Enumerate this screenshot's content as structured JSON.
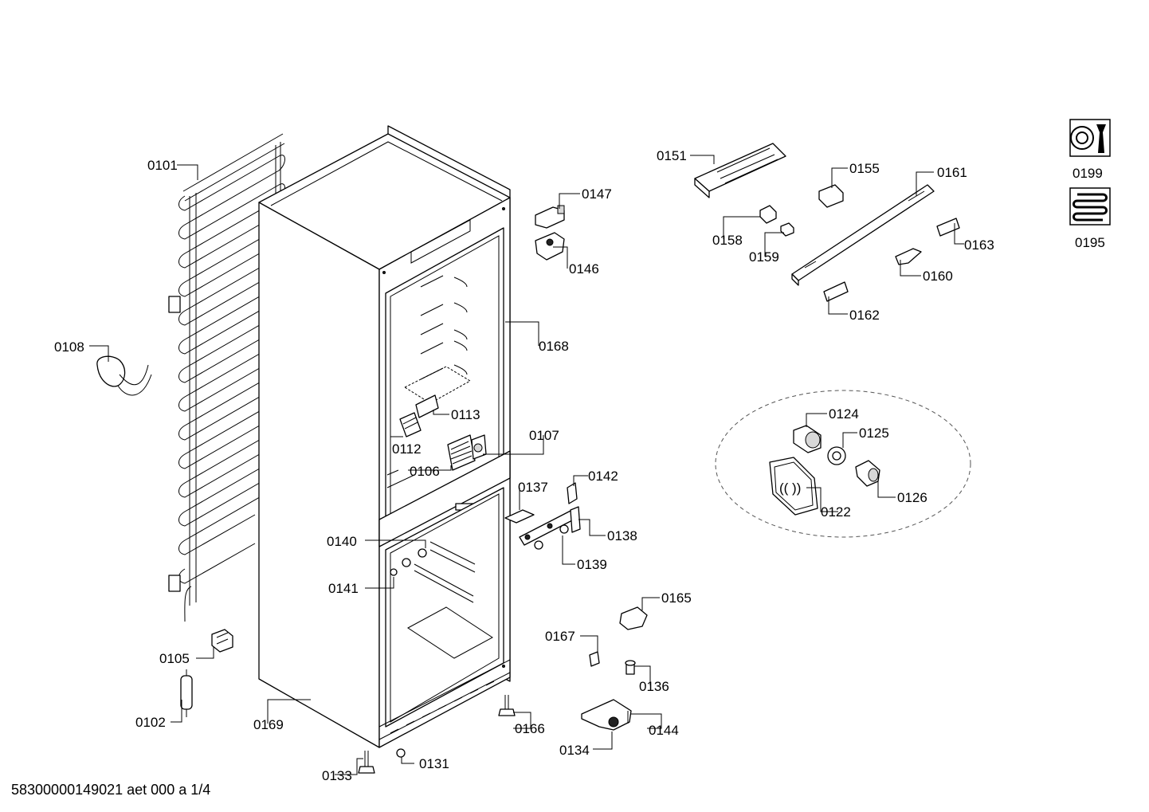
{
  "document_id": "58300000149021 aet 000 a 1/4",
  "labels": [
    "0101",
    "0108",
    "0105",
    "0102",
    "0169",
    "0133",
    "0131",
    "0147",
    "0146",
    "0168",
    "0113",
    "0112",
    "0106",
    "0107",
    "0137",
    "0142",
    "0138",
    "0139",
    "0140",
    "0141",
    "0165",
    "0167",
    "0136",
    "0166",
    "0134",
    "0144",
    "0151",
    "0155",
    "0161",
    "0158",
    "0159",
    "0163",
    "0160",
    "0162",
    "0124",
    "0125",
    "0126",
    "0122",
    "0199",
    "0195"
  ],
  "legend_icons": [
    "service-wrench-icon",
    "heater-coil-icon"
  ]
}
